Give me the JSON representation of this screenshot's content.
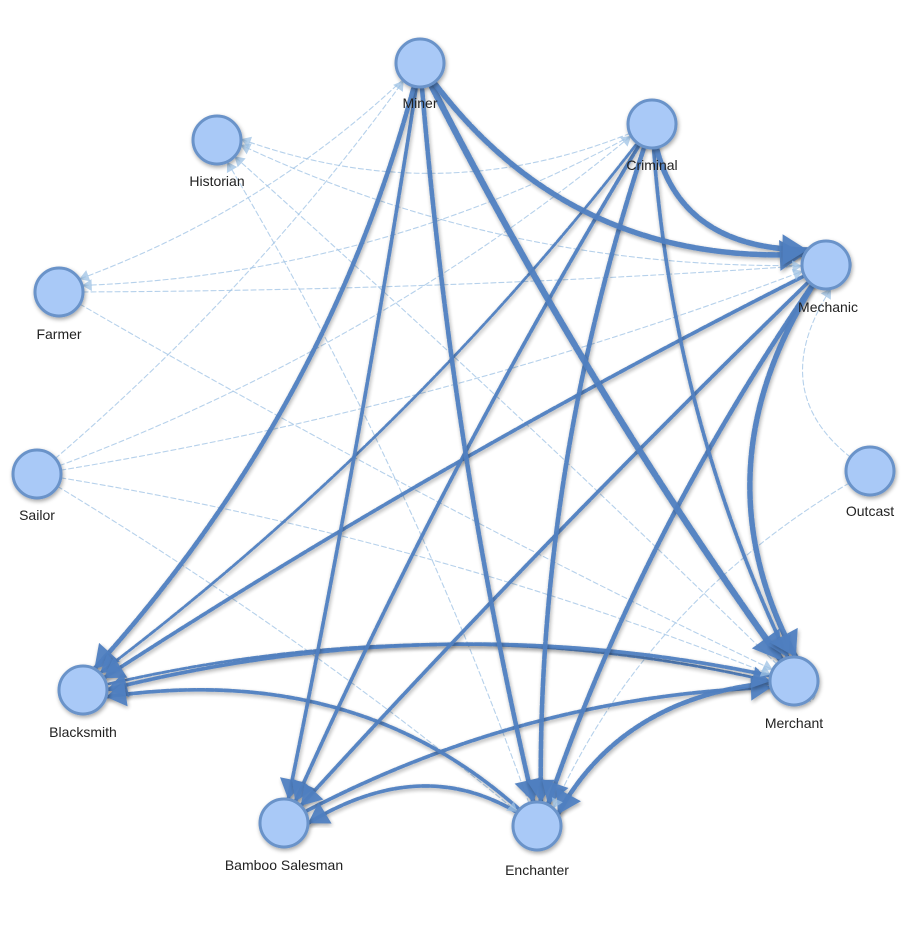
{
  "colors": {
    "node_fill": "#a9c9f7",
    "node_stroke": "#6a93c9",
    "edge_strong": "#4f7fc0",
    "edge_light": "#9ec2e4",
    "background": "#ffffff"
  },
  "nodes": [
    {
      "id": "miner",
      "label": "Miner"
    },
    {
      "id": "criminal",
      "label": "Criminal"
    },
    {
      "id": "mechanic",
      "label": "Mechanic"
    },
    {
      "id": "outcast",
      "label": "Outcast"
    },
    {
      "id": "merchant",
      "label": "Merchant"
    },
    {
      "id": "enchanter",
      "label": "Enchanter"
    },
    {
      "id": "bamboo_salesman",
      "label": "Bamboo Salesman"
    },
    {
      "id": "blacksmith",
      "label": "Blacksmith"
    },
    {
      "id": "sailor",
      "label": "Sailor"
    },
    {
      "id": "farmer",
      "label": "Farmer"
    },
    {
      "id": "historian",
      "label": "Historian"
    }
  ],
  "edges": [
    {
      "from": "miner",
      "to": "mechanic",
      "weight": 5
    },
    {
      "from": "miner",
      "to": "merchant",
      "weight": 6
    },
    {
      "from": "miner",
      "to": "enchanter",
      "weight": 4
    },
    {
      "from": "miner",
      "to": "blacksmith",
      "weight": 4
    },
    {
      "from": "miner",
      "to": "bamboo_salesman",
      "weight": 3
    },
    {
      "from": "criminal",
      "to": "mechanic",
      "weight": 5
    },
    {
      "from": "criminal",
      "to": "enchanter",
      "weight": 4
    },
    {
      "from": "criminal",
      "to": "blacksmith",
      "weight": 2
    },
    {
      "from": "criminal",
      "to": "bamboo_salesman",
      "weight": 3
    },
    {
      "from": "criminal",
      "to": "merchant",
      "weight": 3
    },
    {
      "from": "mechanic",
      "to": "merchant",
      "weight": 5
    },
    {
      "from": "mechanic",
      "to": "enchanter",
      "weight": 4
    },
    {
      "from": "mechanic",
      "to": "blacksmith",
      "weight": 3
    },
    {
      "from": "mechanic",
      "to": "bamboo_salesman",
      "weight": 3
    },
    {
      "from": "merchant",
      "to": "blacksmith",
      "weight": 3
    },
    {
      "from": "merchant",
      "to": "enchanter",
      "weight": 4
    },
    {
      "from": "enchanter",
      "to": "blacksmith",
      "weight": 3
    },
    {
      "from": "enchanter",
      "to": "bamboo_salesman",
      "weight": 3
    },
    {
      "from": "bamboo_salesman",
      "to": "merchant",
      "weight": 3
    },
    {
      "from": "blacksmith",
      "to": "merchant",
      "weight": 2
    },
    {
      "from": "sailor",
      "to": "mechanic",
      "weight": 1
    },
    {
      "from": "sailor",
      "to": "merchant",
      "weight": 1
    },
    {
      "from": "sailor",
      "to": "criminal",
      "weight": 1
    },
    {
      "from": "sailor",
      "to": "miner",
      "weight": 1
    },
    {
      "from": "sailor",
      "to": "enchanter",
      "weight": 1
    },
    {
      "from": "farmer",
      "to": "mechanic",
      "weight": 1
    },
    {
      "from": "farmer",
      "to": "merchant",
      "weight": 1
    },
    {
      "from": "criminal",
      "to": "farmer",
      "weight": 1
    },
    {
      "from": "miner",
      "to": "farmer",
      "weight": 1
    },
    {
      "from": "mechanic",
      "to": "historian",
      "weight": 1
    },
    {
      "from": "merchant",
      "to": "historian",
      "weight": 1
    },
    {
      "from": "criminal",
      "to": "historian",
      "weight": 1
    },
    {
      "from": "enchanter",
      "to": "historian",
      "weight": 1
    },
    {
      "from": "outcast",
      "to": "mechanic",
      "weight": 1
    },
    {
      "from": "outcast",
      "to": "enchanter",
      "weight": 1
    },
    {
      "from": "mechanic",
      "to": "mechanic",
      "weight": 1
    },
    {
      "from": "merchant",
      "to": "merchant",
      "weight": 1
    },
    {
      "from": "enchanter",
      "to": "enchanter",
      "weight": 1
    }
  ]
}
